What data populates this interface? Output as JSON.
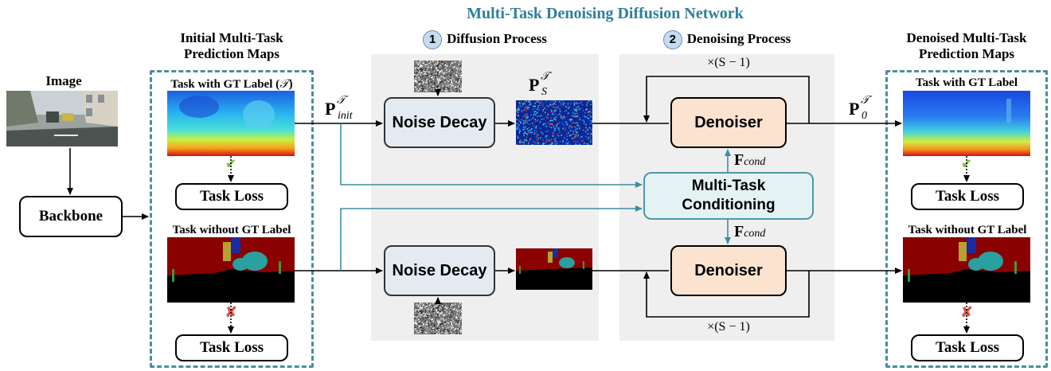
{
  "title": "Multi-Task Denoising Diffusion Network",
  "left_panel": {
    "heading_line1": "Initial Multi-Task",
    "heading_line2": "Prediction Maps",
    "task_gt_label": "Task with GT Label (",
    "task_gt_symbol": "𝒯",
    "task_gt_close": ")",
    "task_no_gt_label": "Task without GT Label",
    "loss_top": "Task Loss",
    "loss_bottom": "Task Loss"
  },
  "image_label": "Image",
  "backbone_label": "Backbone",
  "diffusion": {
    "step_num": "1",
    "heading": "Diffusion Process",
    "noise_decay_top": "Noise Decay",
    "noise_decay_bottom": "Noise Decay"
  },
  "denoising": {
    "step_num": "2",
    "heading": "Denoising Process",
    "denoiser_top": "Denoiser",
    "denoiser_bottom": "Denoiser",
    "loop_top": "×(S − 1)",
    "loop_bottom": "×(S − 1)",
    "cond_line1": "Multi-Task",
    "cond_line2": "Conditioning",
    "fcond_top": "F",
    "fcond_bottom": "F",
    "fcond_sub": "cond"
  },
  "labels": {
    "p_init_base": "P",
    "p_init_sup": "𝒯",
    "p_init_sub": "init",
    "p_s_base": "P",
    "p_s_sup": "𝒯",
    "p_s_sub": "S",
    "p_0_base": "P",
    "p_0_sup": "𝒯",
    "p_0_sub": "0"
  },
  "right_panel": {
    "heading_line1": "Denoised Multi-Task",
    "heading_line2": "Prediction Maps",
    "task_gt_label": "Task with GT Label",
    "task_no_gt_label": "Task without GT Label",
    "loss_top": "Task Loss",
    "loss_bottom": "Task Loss"
  },
  "colors": {
    "teal": "#2e7f9a",
    "check": "#7cc242",
    "cross": "#d9534f"
  }
}
